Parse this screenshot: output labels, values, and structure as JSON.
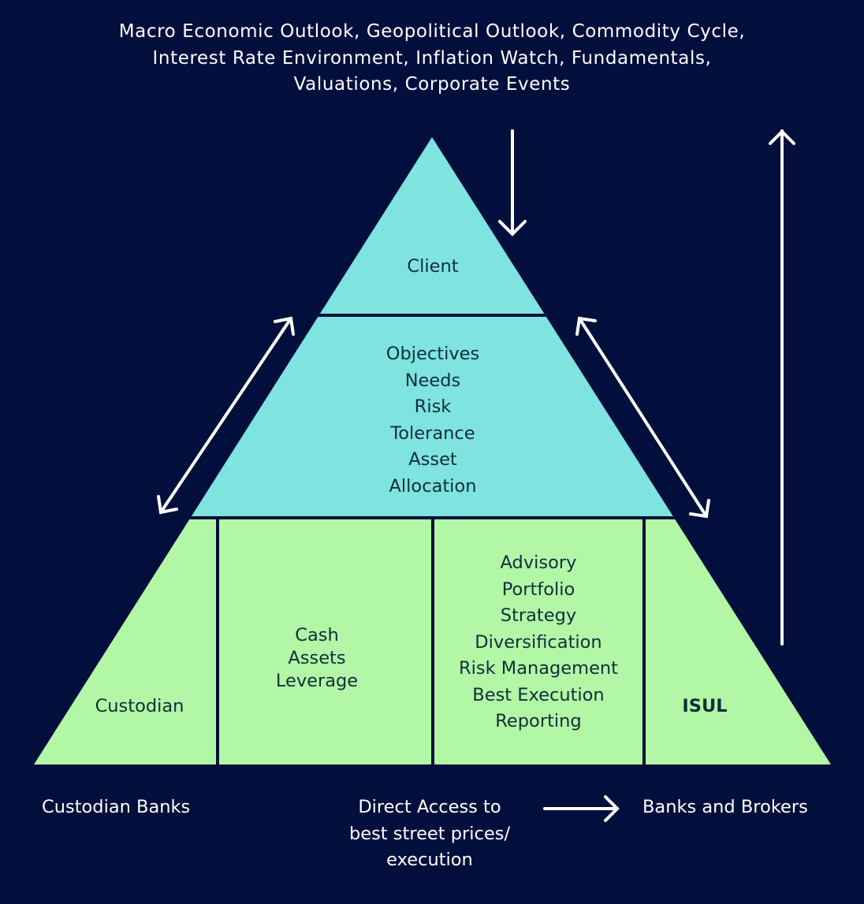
{
  "header": {
    "lines": [
      "Macro Economic Outlook, Geopolitical Outlook, Commodity Cycle,",
      "Interest Rate Environment, Inflation Watch, Fundamentals,",
      "Valuations, Corporate Events"
    ]
  },
  "pyramid": {
    "top": {
      "label": "Client"
    },
    "middle": {
      "lines": [
        "Objectives",
        "Needs",
        "Risk",
        "Tolerance",
        "Asset",
        "Allocation"
      ]
    },
    "base": {
      "cells": [
        {
          "lines": [
            "Custodian"
          ],
          "bold": false
        },
        {
          "lines": [
            "Cash",
            "Assets",
            "Leverage"
          ],
          "bold": false
        },
        {
          "lines": [
            "Advisory",
            "Portfolio",
            "Strategy",
            "Diversification",
            "Risk Management",
            "Best Execution",
            "Reporting"
          ],
          "bold": false
        },
        {
          "lines": [
            "ISUL"
          ],
          "bold": true
        }
      ]
    }
  },
  "footer": {
    "left": "Custodian Banks",
    "center_lines": [
      "Direct Access to",
      "best street prices/",
      "execution"
    ],
    "right": "Banks and Brokers"
  },
  "arrows": {
    "down_into_client": "arrow-down",
    "up_right_side": "arrow-up",
    "left_double": "arrow-double-diagonal",
    "right_double": "arrow-double-diagonal",
    "footer_right": "arrow-right"
  },
  "colors": {
    "background": "#020f3c",
    "top_layer": "#7fe3e0",
    "base_layer": "#b2f7a6",
    "text_dark": "#0f2f3a",
    "text_light": "#ffffff",
    "arrow": "#ffffff"
  }
}
